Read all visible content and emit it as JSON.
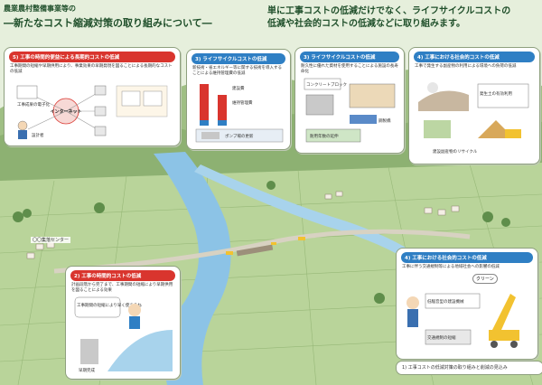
{
  "header": {
    "subtitle_small": "農業農村整備事業等の",
    "title": "―新たなコスト縮減対策の取り組みについて―",
    "lead_line1": "単に工事コストの低減だけでなく、ライフサイクルコストの",
    "lead_line2": "低減や社会的コストの低減などに取り組みます。"
  },
  "callouts": {
    "c5": {
      "heading": "5) 工事の時間的便益による長期的コストの低減",
      "body": "工事期間の短縮や早期供用により、事業効果の早期発現を図ることによる長期的なコストの低減",
      "tag_inter": "インターネット",
      "tag_left": "工事成果の電子化",
      "tag_person": "設計者"
    },
    "c3a": {
      "heading": "3) ライフサイクルコストの低減",
      "body": "新技術・省エネルギー等に関する技術を導入することによる維持管理費の低減",
      "tag1": "建設費",
      "tag2": "維持管理費",
      "tag3": "ポンプ場の更新"
    },
    "c3b": {
      "heading": "3) ライフサイクルコストの低減",
      "body": "耐久性に優れた資材を使用することによる施設の長寿命化",
      "tag1": "コンクリートブロック",
      "tag2": "鋼製橋",
      "tag3": "耐用年数の延伸"
    },
    "c4a": {
      "heading": "4) 工事における社会的コストの低減",
      "body": "工事で発生する副産物の利用による環境への負荷の低減",
      "tag1": "発生土の有効利用",
      "tag2": "建設副産物のリサイクル"
    },
    "c2": {
      "heading": "2) 工事の時間的コストの低減",
      "body": "計画段階から完了まで、工事期間の短縮により早期供用を図ることによる効果",
      "tag1": "工事期間の短縮により早く使えるね",
      "tag2": "早期完成"
    },
    "c4b": {
      "heading": "4) 工事における社会的コストの低減",
      "body": "工事に伴う交通規制等による地域社会への影響の低減",
      "bubble": "クリーン",
      "tag1": "低騒音型の建設機械",
      "tag2": "交通規制の短縮"
    }
  },
  "map_labels": {
    "village": "〇〇集落センター"
  },
  "footer": {
    "note": "1) 工事コストの低減対策の取り組みと削減の見込み"
  },
  "colors": {
    "heading_red": "#d9352e",
    "heading_blue": "#2f7fc4",
    "field_green": "#a9c98a",
    "river_blue": "#8cc3e6"
  }
}
